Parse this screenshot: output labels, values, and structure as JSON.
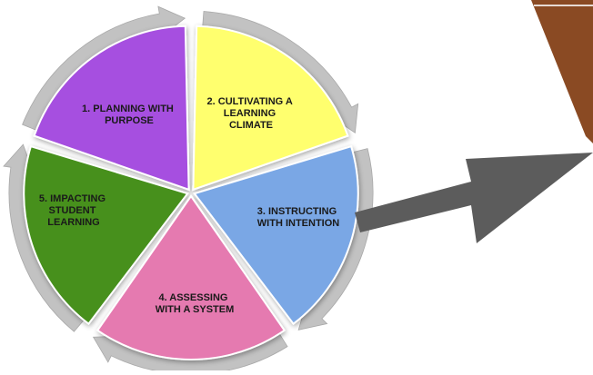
{
  "segments": [
    {
      "lines": [
        "1. PLANNING WITH",
        "PURPOSE"
      ],
      "color": "#ffff6e"
    },
    {
      "lines": [
        "2. CULTIVATING A",
        "LEARNING",
        "CLIMATE"
      ],
      "color": "#7aa7e5"
    },
    {
      "lines": [
        "3. INSTRUCTING",
        "WITH INTENTION"
      ],
      "color": "#e57ab0"
    },
    {
      "lines": [
        "4. ASSESSING",
        "WITH A SYSTEM"
      ],
      "color": "#46901f"
    },
    {
      "lines": [
        "5. IMPACTING",
        "STUDENT",
        "LEARNING"
      ],
      "color": "#a64fe0"
    }
  ],
  "colors": {
    "ring": "#c2c2c2",
    "arrow": "#5c5c5c",
    "corner_brown": "#8a4a23"
  }
}
